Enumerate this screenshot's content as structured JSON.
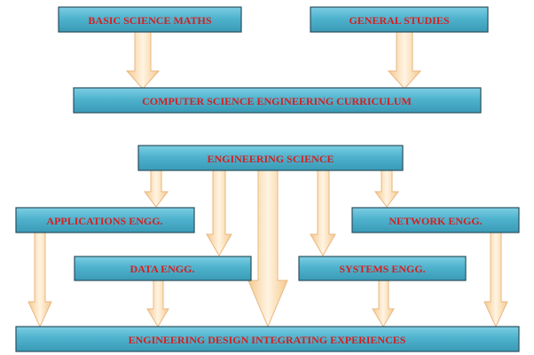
{
  "boxes": {
    "basic_science_maths": "BASIC SCIENCE MATHS",
    "general_studies": "GENERAL STUDIES",
    "cse_curriculum": "COMPUTER SCIENCE ENGINEERING CURRICULUM",
    "engineering_science": "ENGINEERING SCIENCE",
    "applications_engg": "APPLICATIONS ENGG.",
    "network_engg": "NETWORK ENGG.",
    "data_engg": "DATA ENGG.",
    "systems_engg": "SYSTEMS ENGG.",
    "design_integrating": "ENGINEERING DESIGN INTEGRATING EXPERIENCES"
  },
  "colors": {
    "box_fill": "#4fb3ce",
    "box_fill_light": "#7ccde3",
    "box_stroke": "#2c4f5e",
    "text": "#d42020",
    "arrow_fill": "#fde7c4",
    "arrow_stroke": "#e8b780"
  }
}
